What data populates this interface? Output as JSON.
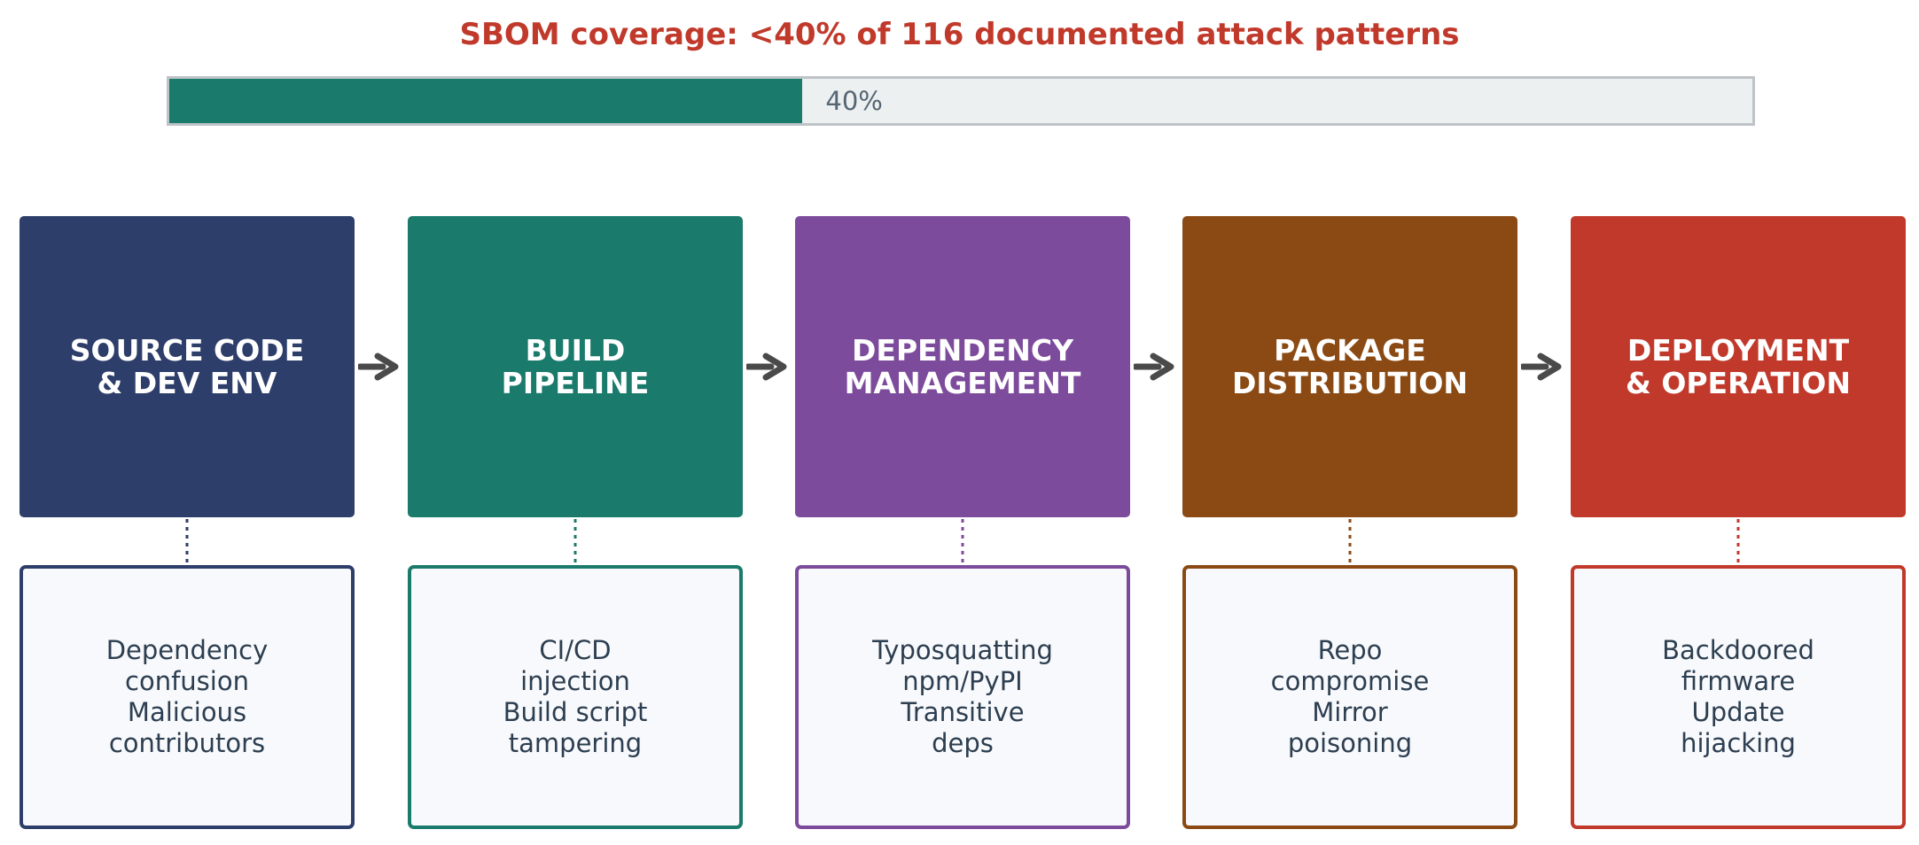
{
  "title": "SBOM coverage: <40% of 116 documented attack patterns",
  "coverage": {
    "label": "40%",
    "fraction": 0.4,
    "fill_color": "#1a7a6b",
    "track_color": "#ecf0f1"
  },
  "stages": [
    {
      "title": "SOURCE CODE\n& DEV ENV",
      "color": "#2e3e6a",
      "attacks": "Dependency\nconfusion\nMalicious\ncontributors"
    },
    {
      "title": "BUILD\nPIPELINE",
      "color": "#1a7a6b",
      "attacks": "CI/CD\ninjection\nBuild script\ntampering"
    },
    {
      "title": "DEPENDENCY\nMANAGEMENT",
      "color": "#7d4b9c",
      "attacks": "Typosquatting\nnpm/PyPI\nTransitive\ndeps"
    },
    {
      "title": "PACKAGE\nDISTRIBUTION",
      "color": "#8b4a13",
      "attacks": "Repo\ncompromise\nMirror\npoisoning"
    },
    {
      "title": "DEPLOYMENT\n& OPERATION",
      "color": "#c0392b",
      "attacks": "Backdoored\nfirmware\nUpdate\nhijacking"
    }
  ],
  "arrow_color": "#4a4a4a",
  "arrow_icon": "right-arrow-icon"
}
